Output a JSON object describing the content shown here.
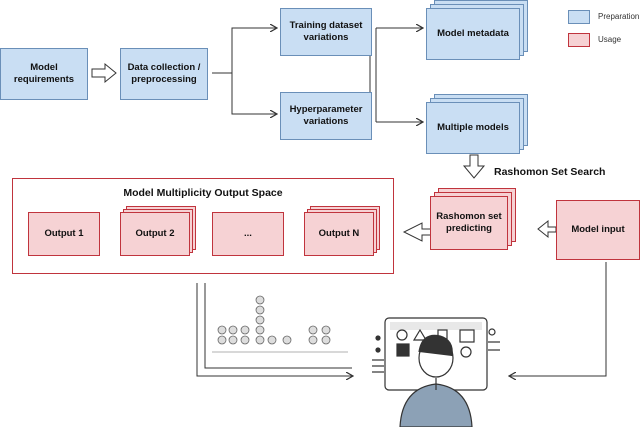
{
  "legend": {
    "preparation": "Preparation",
    "usage": "Usage",
    "preparation_color": "#c9def3",
    "usage_color": "#f6d2d4"
  },
  "nodes": {
    "model_requirements": "Model requirements",
    "data_collection": "Data collection / preprocessing",
    "training_variations": "Training dataset variations",
    "hyperparameter_variations": "Hyperparameter variations",
    "model_metadata": "Model metadata",
    "multiple_models": "Multiple models",
    "rashomon_search": "Rashomon Set Search",
    "rashomon_predicting": "Rashomon set predicting",
    "model_input": "Model input"
  },
  "output_space": {
    "title": "Model Multiplicity Output Space",
    "outputs": [
      "Output 1",
      "Output 2",
      "...",
      "Output N"
    ]
  }
}
